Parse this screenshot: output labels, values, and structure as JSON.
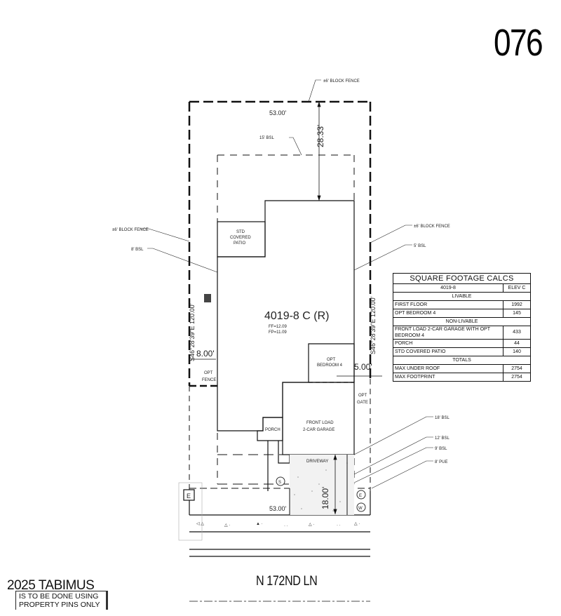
{
  "lot_number": "076",
  "plan": {
    "model_label": "4019-8 C (R)",
    "ff": "FF=12.09",
    "fp": "FP=11.09",
    "rooms": {
      "covered_patio": [
        "STD",
        "COVERED",
        "PATIO"
      ],
      "opt_bedroom": [
        "OPT",
        "BEDROOM 4"
      ],
      "garage": [
        "FRONT LOAD",
        "2-CAR GARAGE"
      ],
      "porch": "PORCH",
      "driveway": "DRIVEWAY",
      "opt_fence": [
        "OPT",
        "FENCE"
      ],
      "opt_gate": [
        "OPT",
        "GATE"
      ]
    },
    "callouts": {
      "block_fence_top": "±6' BLOCK FENCE",
      "block_fence_left": "±6' BLOCK FENCE",
      "block_fence_right": "±6' BLOCK FENCE",
      "bsl_left": "8' BSL",
      "bsl_right": "5' BSL",
      "bsl_rear": "15' BSL",
      "bsl_18": "18' BSL",
      "bsl_12": "12' BSL",
      "bsl_9": "9' BSL",
      "pue_8": "8' PUE"
    },
    "dimensions": {
      "rear_width": "53.00'",
      "front_width": "53.00'",
      "rear_setback": "28.33'",
      "left_setback": "8.00'",
      "right_setback": "5.00'",
      "driveway_depth": "18.00'",
      "left_bearing": "S46°28'39\"E 120.00'",
      "right_bearing": "S46°28'39\"E 120.00'"
    },
    "utility_markers": {
      "sewer": "S",
      "electric": "E",
      "water": "W",
      "electric_box": "E"
    }
  },
  "sqft_table": {
    "title": "SQUARE FOOTAGE CALCS",
    "plan": "4019-8",
    "elevation": "ELEV C",
    "sections": [
      {
        "header": "LIVABLE",
        "rows": [
          {
            "label": "FIRST FLOOR",
            "value": "1992"
          },
          {
            "label": "OPT BEDROOM 4",
            "value": "145"
          }
        ]
      },
      {
        "header": "NON-LIVABLE",
        "rows": [
          {
            "label": "FRONT LOAD 2-CAR GARAGE WITH OPT BEDROOM 4",
            "value": "433"
          },
          {
            "label": "PORCH",
            "value": "44"
          },
          {
            "label": "STD COVERED PATIO",
            "value": "140"
          }
        ]
      },
      {
        "header": "TOTALS",
        "rows": [
          {
            "label": "MAX UNDER ROOF",
            "value": "2754"
          },
          {
            "label": "MAX FOOTPRINT",
            "value": "2754"
          }
        ]
      }
    ]
  },
  "street_name": "N 172ND LN",
  "footer": {
    "stamp": "2025 TABIMUS",
    "note_line1": "IS TO BE DONE USING",
    "note_line2": "PROPERTY PINS ONLY"
  }
}
